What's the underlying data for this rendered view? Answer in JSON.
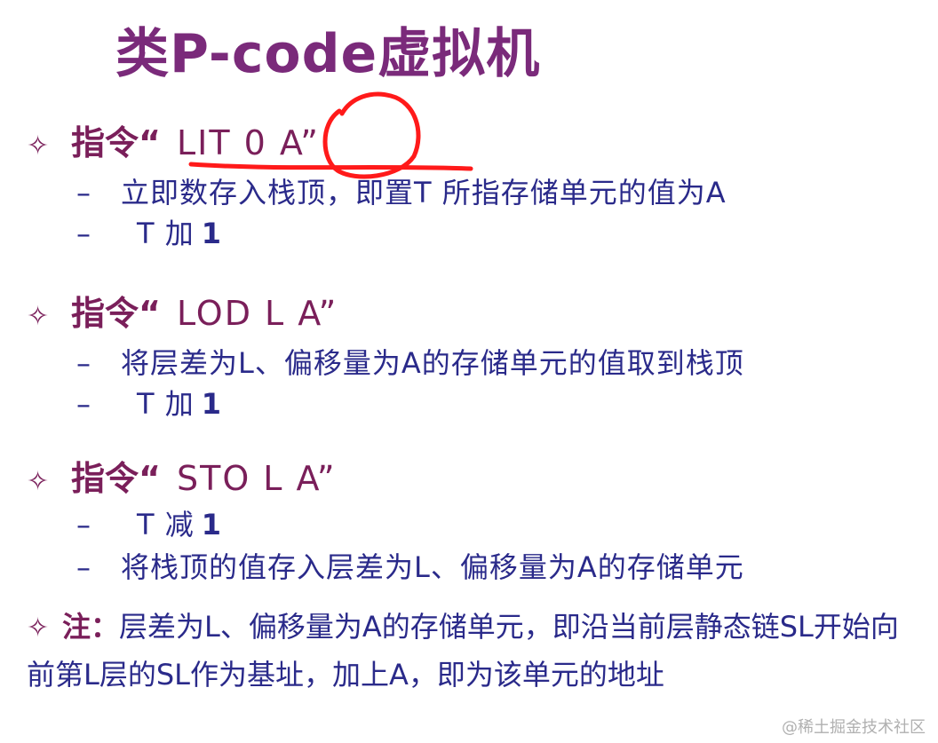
{
  "title": "类P-code虚拟机",
  "sections": [
    {
      "label": "指令“",
      "instruction": "LIT  0  A”",
      "items": [
        {
          "prefix": "–",
          "text": "立即数存入栈顶，即置T 所指存储单元的值为A"
        },
        {
          "prefix": "–",
          "t": "T 加",
          "num": "1"
        }
      ]
    },
    {
      "label": "指令“",
      "instruction": "LOD  L  A”",
      "items": [
        {
          "prefix": "–",
          "text": "将层差为L、偏移量为A的存储单元的值取到栈顶"
        },
        {
          "prefix": "–",
          "t": "T 加",
          "num": "1"
        }
      ]
    },
    {
      "label": "指令“",
      "instruction": "STO  L  A”",
      "items": [
        {
          "prefix": "–",
          "t": "T 减",
          "num": "1"
        },
        {
          "prefix": "–",
          "text": "将栈顶的值存入层差为L、偏移量为A的存储单元"
        }
      ]
    }
  ],
  "note": {
    "label": "注：",
    "text": "层差为L、偏移量为A的存储单元，即沿当前层静态链SL开始向前第L层的SL作为基址，加上A，即为该单元的地址"
  },
  "watermark": "@稀土掘金技术社区",
  "colors": {
    "title": "#7a2a7a",
    "heading": "#7a1f5a",
    "body": "#2a2a8a",
    "annotation": "#ff1a1a"
  }
}
